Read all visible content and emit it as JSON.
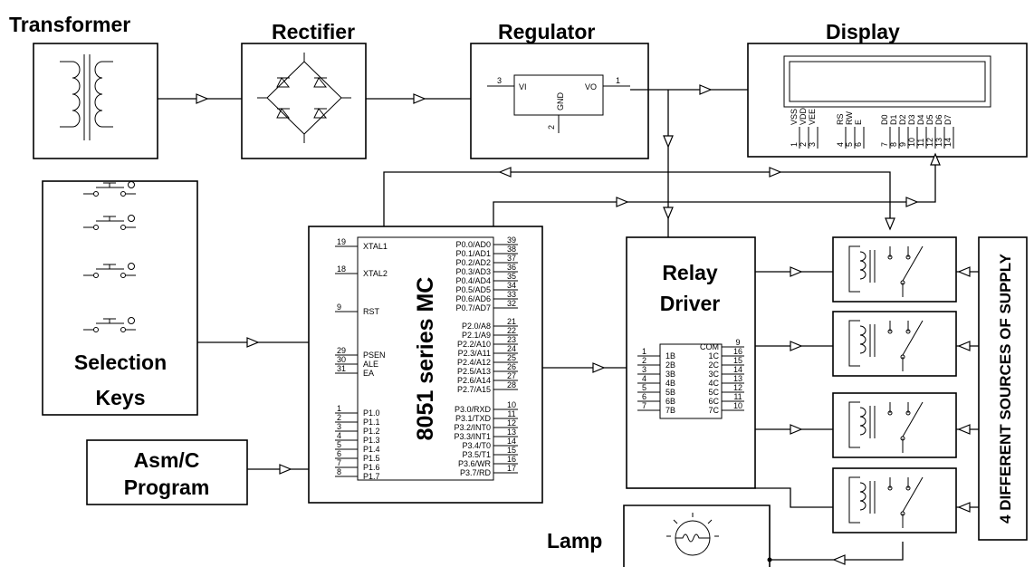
{
  "labels": {
    "transformer": "Transformer",
    "rectifier": "Rectifier",
    "regulator": "Regulator",
    "display": "Display",
    "selection_keys_1": "Selection",
    "selection_keys_2": "Keys",
    "program_1": "Asm/C",
    "program_2": "Program",
    "mcu": "8051 series MC",
    "relay_driver_1": "Relay",
    "relay_driver_2": "Driver",
    "lamp": "Lamp",
    "supply": "4 DIFFERENT SOURCES OF SUPPLY"
  },
  "regulator_pins": {
    "vi": "VI",
    "vo": "VO",
    "gnd": "GND",
    "pin_in": "3",
    "pin_out": "1",
    "pin_gnd": "2"
  },
  "display_pins": {
    "names": [
      "VSS",
      "VDD",
      "VEE",
      "RS",
      "RW",
      "E",
      "D0",
      "D1",
      "D2",
      "D3",
      "D4",
      "D5",
      "D6",
      "D7"
    ],
    "numbers": [
      "1",
      "2",
      "3",
      "4",
      "5",
      "6",
      "7",
      "8",
      "9",
      "10",
      "11",
      "12",
      "13",
      "14"
    ]
  },
  "mcu_left": [
    {
      "num": "19",
      "name": "XTAL1"
    },
    {
      "num": "18",
      "name": "XTAL2"
    },
    {
      "num": "9",
      "name": "RST"
    },
    {
      "num": "29",
      "name": "PSEN"
    },
    {
      "num": "30",
      "name": "ALE"
    },
    {
      "num": "31",
      "name": "EA"
    },
    {
      "num": "1",
      "name": "P1.0"
    },
    {
      "num": "2",
      "name": "P1.1"
    },
    {
      "num": "3",
      "name": "P1.2"
    },
    {
      "num": "4",
      "name": "P1.3"
    },
    {
      "num": "5",
      "name": "P1.4"
    },
    {
      "num": "6",
      "name": "P1.5"
    },
    {
      "num": "7",
      "name": "P1.6"
    },
    {
      "num": "8",
      "name": "P1.7"
    }
  ],
  "mcu_right": [
    {
      "num": "39",
      "name": "P0.0/AD0"
    },
    {
      "num": "38",
      "name": "P0.1/AD1"
    },
    {
      "num": "37",
      "name": "P0.2/AD2"
    },
    {
      "num": "36",
      "name": "P0.3/AD3"
    },
    {
      "num": "35",
      "name": "P0.4/AD4"
    },
    {
      "num": "34",
      "name": "P0.5/AD5"
    },
    {
      "num": "33",
      "name": "P0.6/AD6"
    },
    {
      "num": "32",
      "name": "P0.7/AD7"
    },
    {
      "num": "21",
      "name": "P2.0/A8"
    },
    {
      "num": "22",
      "name": "P2.1/A9"
    },
    {
      "num": "23",
      "name": "P2.2/A10"
    },
    {
      "num": "24",
      "name": "P2.3/A11"
    },
    {
      "num": "25",
      "name": "P2.4/A12"
    },
    {
      "num": "26",
      "name": "P2.5/A13"
    },
    {
      "num": "27",
      "name": "P2.6/A14"
    },
    {
      "num": "28",
      "name": "P2.7/A15"
    },
    {
      "num": "10",
      "name": "P3.0/RXD"
    },
    {
      "num": "11",
      "name": "P3.1/TXD"
    },
    {
      "num": "12",
      "name": "P3.2/INT0"
    },
    {
      "num": "13",
      "name": "P3.3/INT1"
    },
    {
      "num": "14",
      "name": "P3.4/T0"
    },
    {
      "num": "15",
      "name": "P3.5/T1"
    },
    {
      "num": "16",
      "name": "P3.6/WR"
    },
    {
      "num": "17",
      "name": "P3.7/RD"
    }
  ],
  "driver_left": [
    {
      "num": "1",
      "name": "1B"
    },
    {
      "num": "2",
      "name": "2B"
    },
    {
      "num": "3",
      "name": "3B"
    },
    {
      "num": "4",
      "name": "4B"
    },
    {
      "num": "5",
      "name": "5B"
    },
    {
      "num": "6",
      "name": "6B"
    },
    {
      "num": "7",
      "name": "7B"
    }
  ],
  "driver_right": [
    {
      "num": "9",
      "name": "COM"
    },
    {
      "num": "16",
      "name": "1C"
    },
    {
      "num": "15",
      "name": "2C"
    },
    {
      "num": "14",
      "name": "3C"
    },
    {
      "num": "13",
      "name": "4C"
    },
    {
      "num": "12",
      "name": "5C"
    },
    {
      "num": "11",
      "name": "6C"
    },
    {
      "num": "10",
      "name": "7C"
    }
  ]
}
